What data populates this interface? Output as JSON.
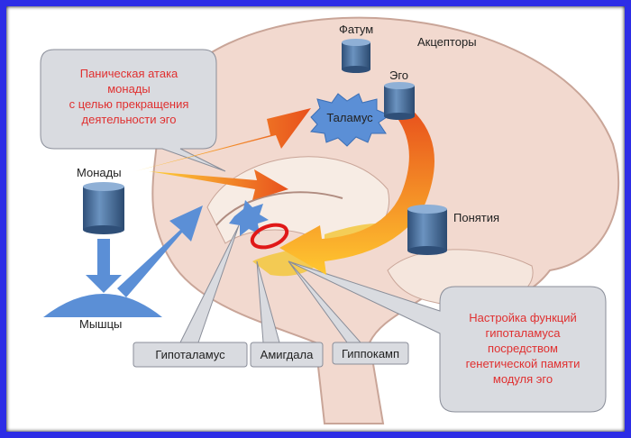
{
  "labels": {
    "fatum": "Фатум",
    "acceptors": "Акцепторы",
    "ego": "Эго",
    "thalamus": "Таламус",
    "monads": "Монады",
    "concepts": "Понятия",
    "muscles": "Мышцы",
    "hypothalamus": "Гипоталамус",
    "amygdala": "Амигдала",
    "hippocampus": "Гиппокамп"
  },
  "callout_panic": {
    "lines": [
      "Паническая атака",
      "монады",
      "с целью прекращения",
      "деятельности эго"
    ]
  },
  "callout_tuning": {
    "lines": [
      "Настройка функций",
      "гипоталамуса",
      "посредством",
      "генетической памяти",
      "модуля эго"
    ]
  },
  "colors": {
    "frame": "#2d2de6",
    "callout_text": "#e03030",
    "cylinder": "#3f6a99",
    "arrow_orange": "#f07a20",
    "arrow_blue": "#5b8fd6"
  }
}
